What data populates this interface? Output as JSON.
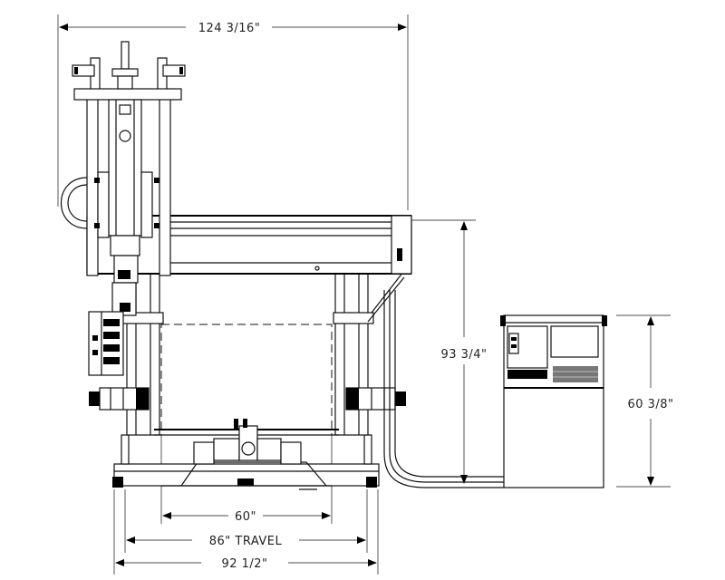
{
  "dimensions": {
    "overall_width": "124 3/16\"",
    "gantry_height": "93 3/4\"",
    "console_height": "60 3/8\"",
    "table_width": "60\"",
    "travel": "86\" TRAVEL",
    "base_width": "92 1/2\""
  }
}
